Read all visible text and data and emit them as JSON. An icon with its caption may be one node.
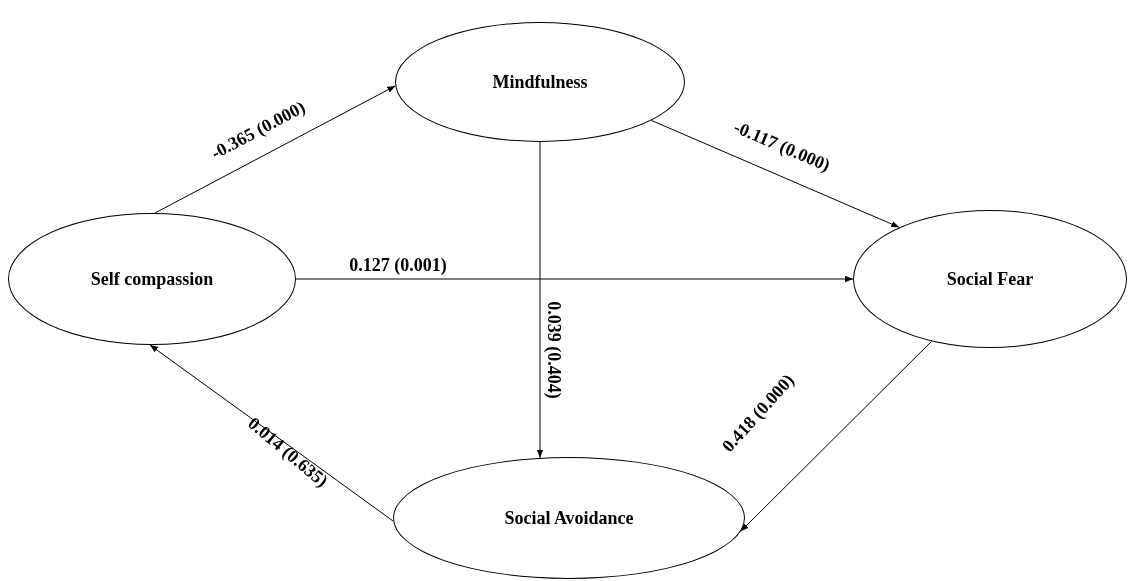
{
  "diagram": {
    "nodes": [
      {
        "text": [
          "Mindfulness"
        ]
      },
      {
        "text": [
          "Self compassion"
        ]
      },
      {
        "text": [
          "Social Fear"
        ]
      },
      {
        "text": [
          "Social Avoidance"
        ]
      }
    ],
    "edges": [
      {
        "from": 1,
        "to": 0,
        "arrow": "to",
        "label": "-0.365 (0.000)"
      },
      {
        "from": 0,
        "to": 2,
        "arrow": "to",
        "label": "-0.117 (0.000)"
      },
      {
        "from": 1,
        "to": 2,
        "arrow": "to",
        "label": "0.127 (0.001)"
      },
      {
        "from": 0,
        "to": 3,
        "arrow": "to",
        "label": "0.039 (0.404)"
      },
      {
        "from": 2,
        "to": 3,
        "arrow": "to",
        "label": "0.418 (0.000)"
      },
      {
        "from": 3,
        "to": 1,
        "arrow": "to",
        "label": "0.014 (0.635)"
      }
    ]
  }
}
